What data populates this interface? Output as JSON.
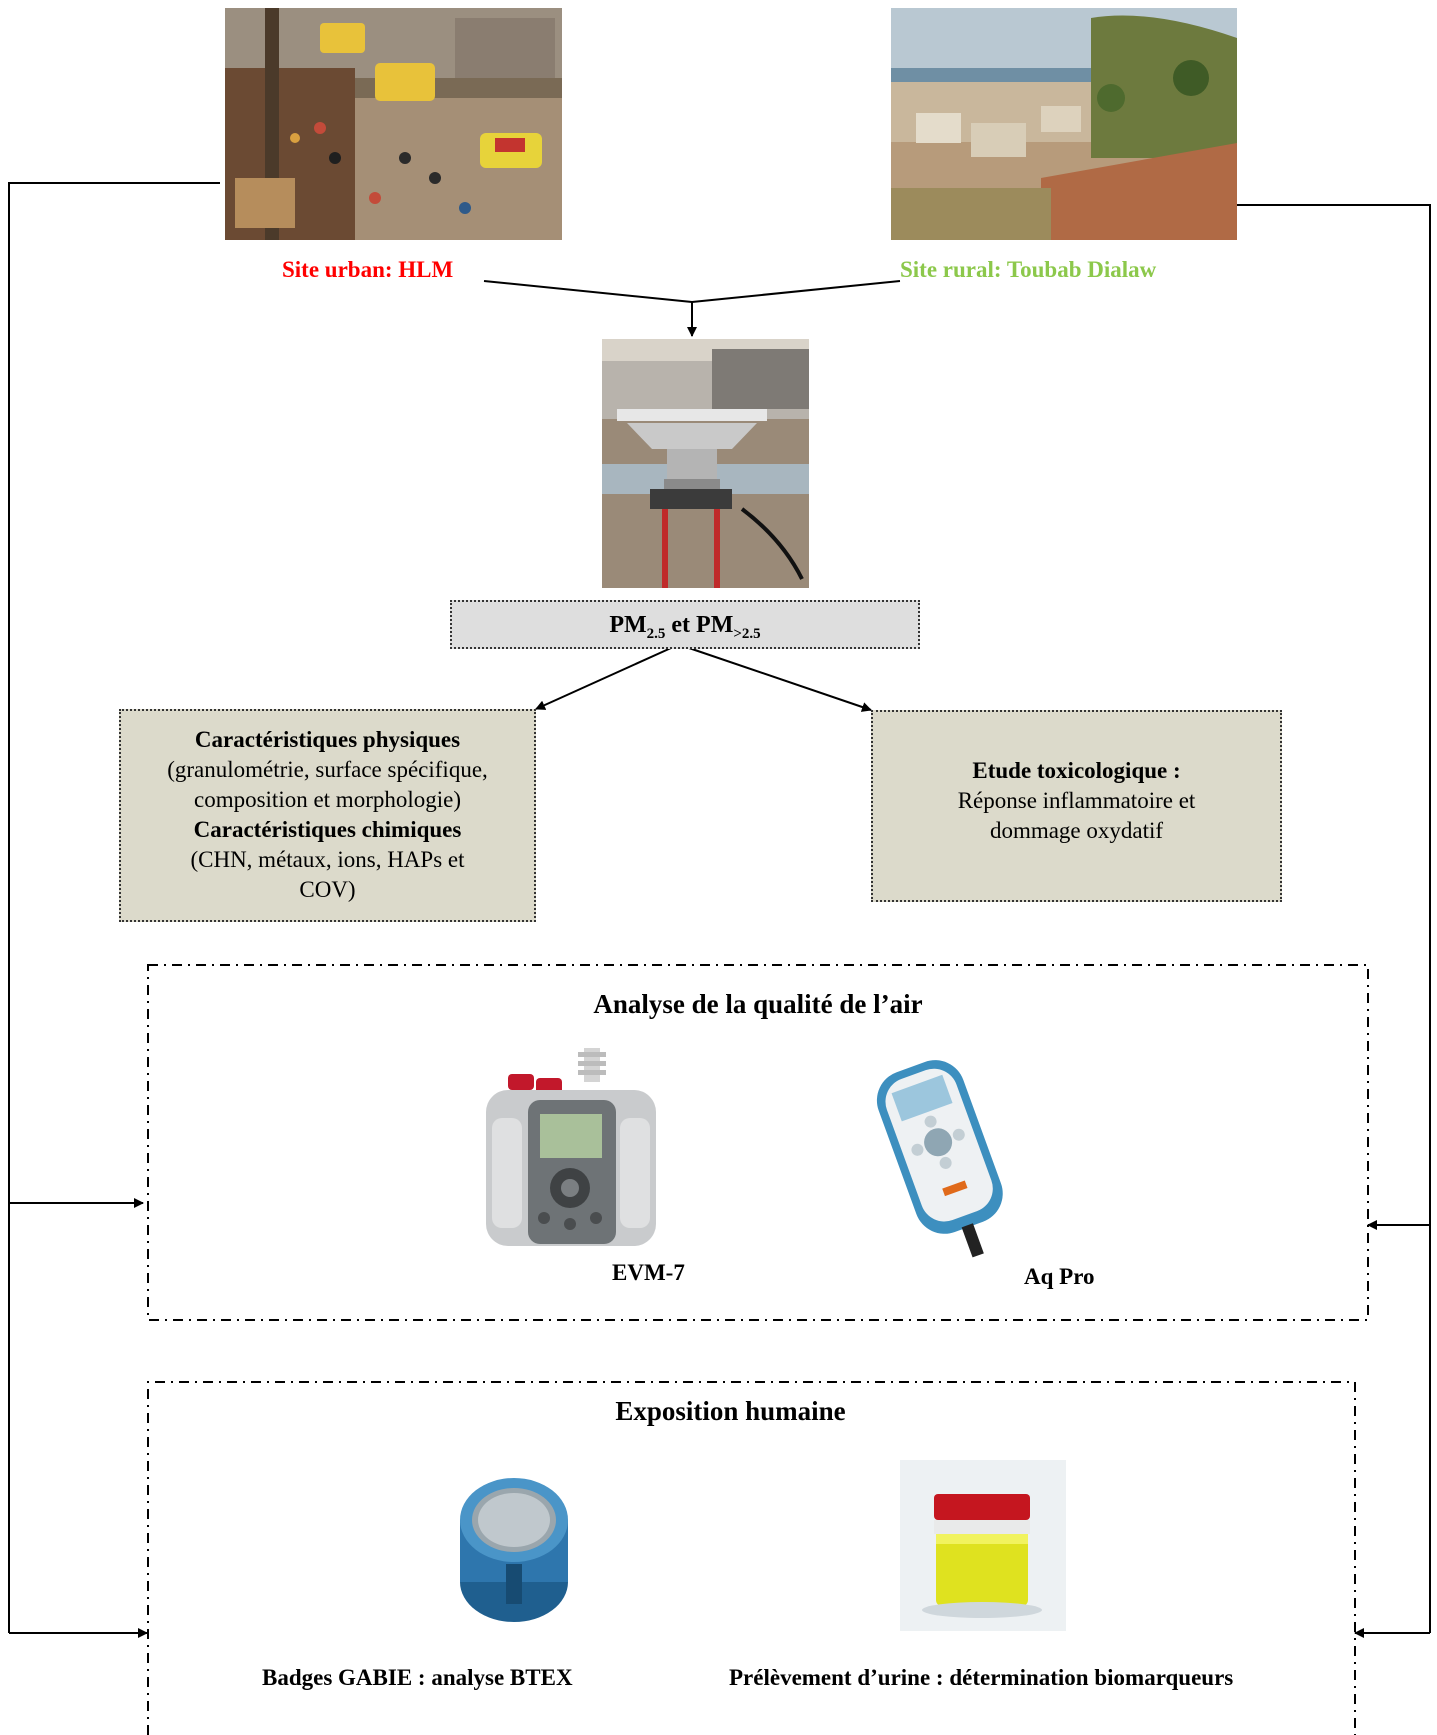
{
  "sites": {
    "urban": {
      "label": "Site urban: HLM",
      "color": "#ff0000"
    },
    "rural": {
      "label": "Site rural: Toubab Dialaw",
      "color": "#8cc84b"
    }
  },
  "pm_box": {
    "main": "PM",
    "sub1": "2.5",
    "mid": " et PM",
    "sub2": ">2.5"
  },
  "physique": {
    "title1": "Caractéristiques physiques",
    "line1": "(granulométrie, surface spécifique,",
    "line2": "composition et morphologie)",
    "title2": "Caractéristiques chimiques",
    "line3": "(CHN, métaux, ions, HAPs et",
    "line4": "COV)"
  },
  "toxico": {
    "title": "Etude toxicologique :",
    "line1": "Réponse inflammatoire et",
    "line2": "dommage oxydatif"
  },
  "air_quality": {
    "title": "Analyse de la qualité de l’air",
    "device1": "EVM-7",
    "device2": "Aq Pro"
  },
  "human": {
    "title": "Exposition humaine",
    "item1": "Badges GABIE : analyse BTEX",
    "item2": "Prélèvement d’urine : détermination biomarqueurs"
  },
  "colors": {
    "box_fill": "#dcdacb",
    "pm_fill": "#dedede",
    "urban_label": "#ff0000",
    "rural_label": "#8cc84b"
  }
}
